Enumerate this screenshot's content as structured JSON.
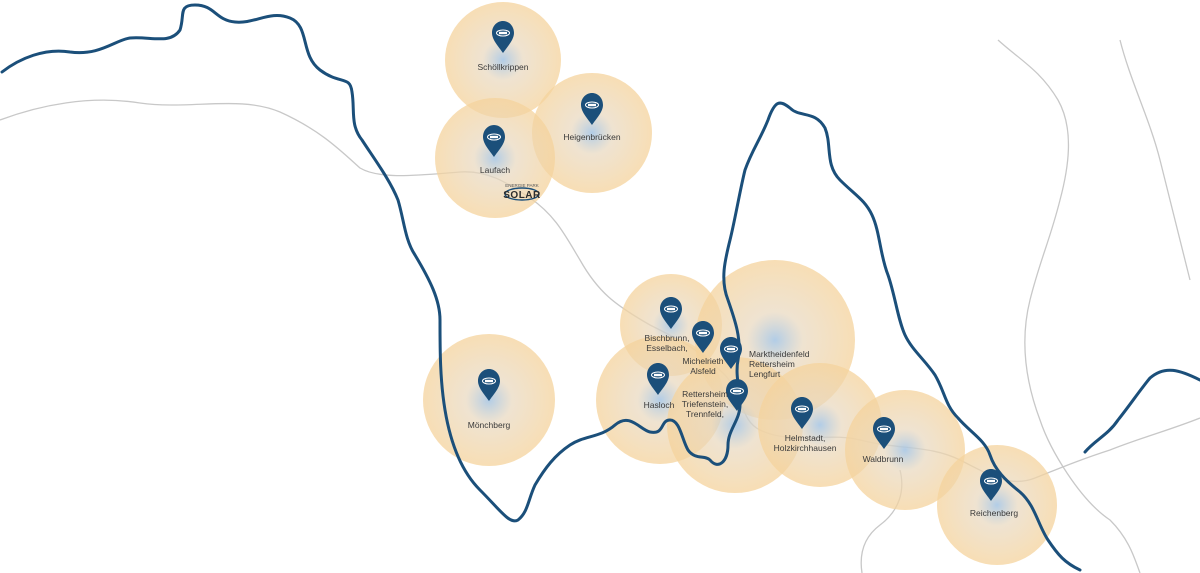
{
  "colors": {
    "river": "#1b4f7a",
    "road": "#c8c8c8",
    "circle_fill": "#f5d39c",
    "circle_center": "#a9c7e4",
    "marker": "#1b4f7a",
    "label": "#3a3a3a",
    "background": "#ffffff"
  },
  "marker_icon": "map-pin-solar-icon",
  "logo": {
    "small": "ENERGIE PARK",
    "main": "SOLAR"
  },
  "locations": [
    {
      "id": "schoellkrippen",
      "lines": [
        "Schöllkrippen"
      ]
    },
    {
      "id": "heigenbruecken",
      "lines": [
        "Heigenbrücken"
      ]
    },
    {
      "id": "laufach",
      "lines": [
        "Laufach"
      ]
    },
    {
      "id": "moenchberg",
      "lines": [
        "Mönchberg"
      ]
    },
    {
      "id": "bischbrunn",
      "lines": [
        "Bischbrunn,",
        "Esselbach,"
      ]
    },
    {
      "id": "michelrieth",
      "lines": [
        "Michelrieth",
        "Alsfeld"
      ]
    },
    {
      "id": "marktheidenfeld",
      "lines": [
        "Marktheidenfeld",
        "Rettersheim",
        "Lengfurt"
      ]
    },
    {
      "id": "hasloch",
      "lines": [
        "Hasloch"
      ]
    },
    {
      "id": "rettersheim",
      "lines": [
        "Rettersheim",
        "Triefenstein,",
        "Trennfeld,"
      ]
    },
    {
      "id": "helmstadt",
      "lines": [
        "Helmstadt,",
        "Holzkirchhausen"
      ]
    },
    {
      "id": "waldbrunn",
      "lines": [
        "Waldbrunn"
      ]
    },
    {
      "id": "reichenberg",
      "lines": [
        "Reichenberg"
      ]
    }
  ]
}
